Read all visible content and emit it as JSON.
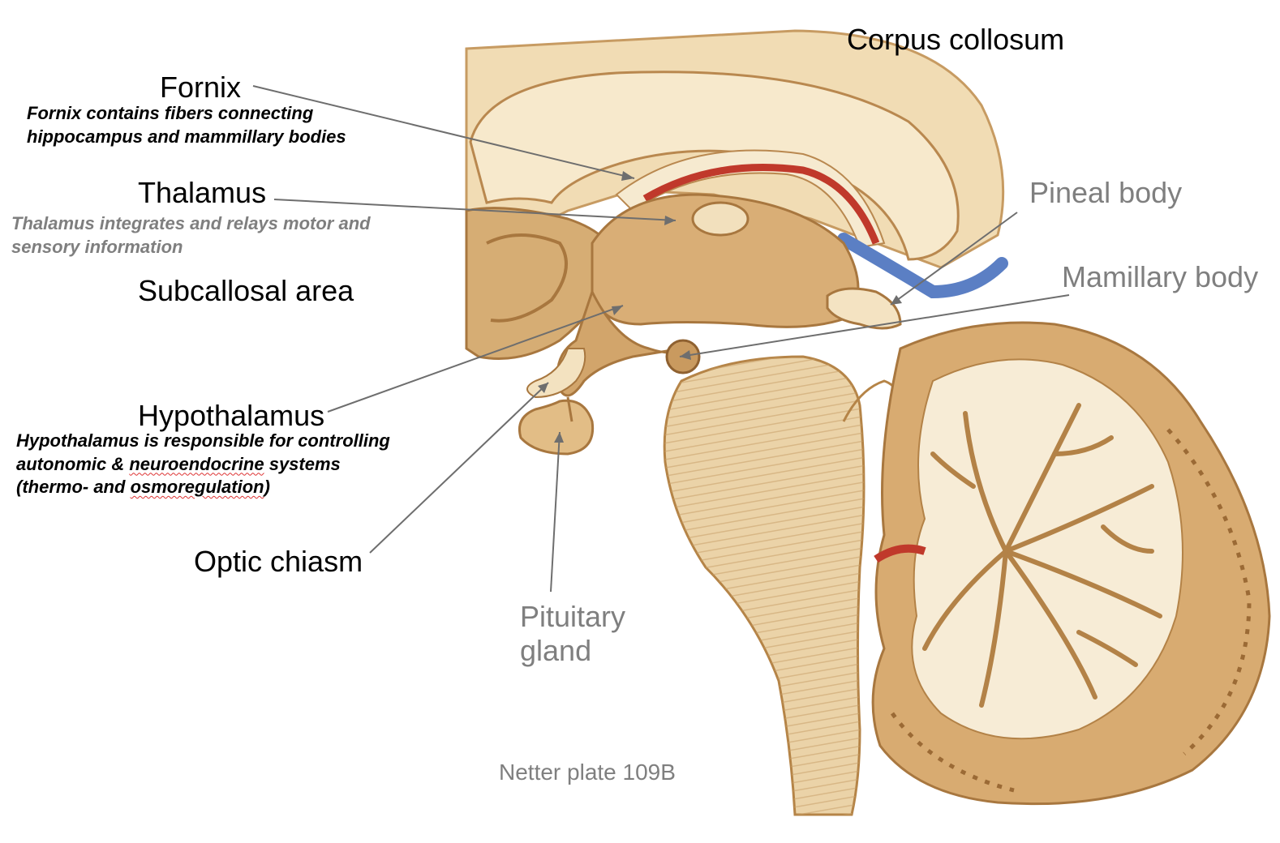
{
  "colors": {
    "label_dark": "#000000",
    "label_gray": "#7f7f7f",
    "pointer_line": "#6e6e6e",
    "tissue_light": "#f4e3c2",
    "tissue_mid": "#d9b27c",
    "tissue_dark": "#a8773f",
    "vessel_red": "#c0392b",
    "vessel_blue": "#5b7fc4",
    "background": "#ffffff"
  },
  "labels": {
    "corpus_callosum": "Corpus collosum",
    "fornix": "Fornix",
    "thalamus": "Thalamus",
    "subcallosal_area": "Subcallosal area",
    "hypothalamus": "Hypothalamus",
    "optic_chiasm": "Optic chiasm",
    "pituitary_line1": "Pituitary",
    "pituitary_line2": "gland",
    "pineal_body": "Pineal body",
    "mamillary_body": "Mamillary body"
  },
  "notes": {
    "fornix_line1": "Fornix contains fibers connecting",
    "fornix_line2": "hippocampus and mammillary bodies",
    "thalamus_line1": "Thalamus integrates and relays motor and",
    "thalamus_line2": "sensory information",
    "hypo_line1": "Hypothalamus is responsible for controlling",
    "hypo_line2a": "autonomic & ",
    "hypo_line2b": "neuroendocrine",
    "hypo_line2c": " systems",
    "hypo_line3a": "(thermo- and ",
    "hypo_line3b": "osmoregulation",
    "hypo_line3c": ")"
  },
  "credit": "Netter plate 109B"
}
